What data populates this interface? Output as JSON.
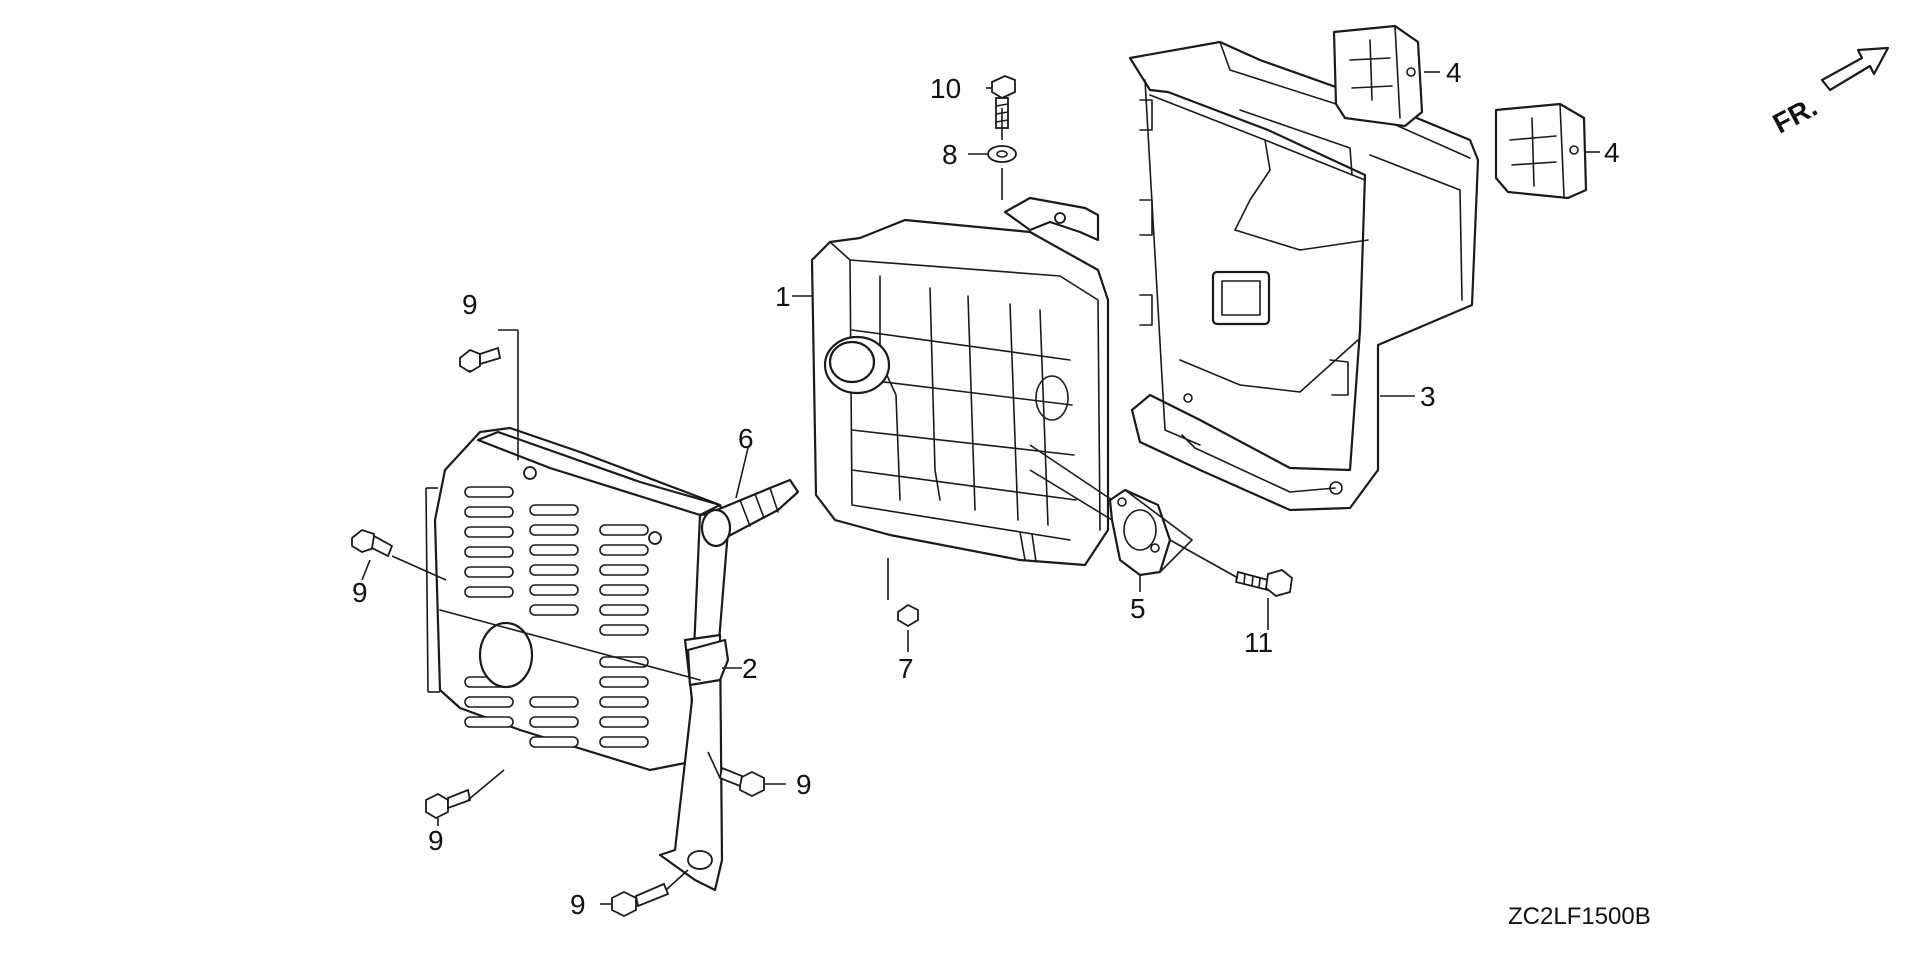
{
  "diagram": {
    "direction_label": "FR.",
    "code": "ZC2LF1500B",
    "callouts": {
      "c1": "1",
      "c2": "2",
      "c3": "3",
      "c4a": "4",
      "c4b": "4",
      "c5": "5",
      "c6": "6",
      "c7": "7",
      "c8": "8",
      "c9a": "9",
      "c9b": "9",
      "c9c": "9",
      "c9d": "9",
      "c9e": "9",
      "c10": "10",
      "c11": "11"
    },
    "icons": [
      "front-direction-arrow-icon",
      "bolt-icon",
      "washer-icon"
    ]
  }
}
